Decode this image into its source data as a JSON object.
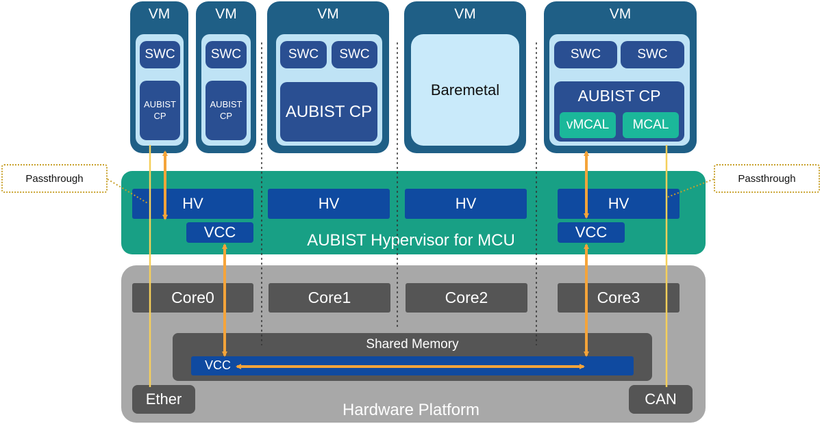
{
  "vms": [
    {
      "title": "VM",
      "swcs": [
        "SWC"
      ],
      "cp": "AUBIST CP"
    },
    {
      "title": "VM",
      "swcs": [
        "SWC"
      ],
      "cp": "AUBIST CP"
    },
    {
      "title": "VM",
      "swcs": [
        "SWC",
        "SWC"
      ],
      "cp": "AUBIST CP"
    },
    {
      "title": "VM",
      "baremetal": "Baremetal"
    },
    {
      "title": "VM",
      "swcs": [
        "SWC",
        "SWC"
      ],
      "cp": "AUBIST CP",
      "mcal": [
        "vMCAL",
        "MCAL"
      ]
    }
  ],
  "hypervisor": {
    "label": "AUBIST Hypervisor for MCU",
    "hv": [
      "HV",
      "HV",
      "HV",
      "HV"
    ],
    "vcc_left": "VCC",
    "vcc_right": "VCC"
  },
  "hardware": {
    "label": "Hardware Platform",
    "cores": [
      "Core0",
      "Core1",
      "Core2",
      "Core3"
    ],
    "shared_memory": "Shared Memory",
    "vcc": "VCC",
    "ether": "Ether",
    "can": "CAN"
  },
  "callouts": {
    "left": "Passthrough",
    "right": "Passthrough"
  },
  "colors": {
    "vm": "#1f5f86",
    "vm_inner": "#bfe3f5",
    "component": "#2a4f92",
    "hypervisor": "#18a085",
    "hv": "#0f4aa0",
    "hardware": "#a8a8a8",
    "core": "#555555",
    "arrow": "#f5a43a",
    "passthrough_line": "#f5cf5a"
  }
}
